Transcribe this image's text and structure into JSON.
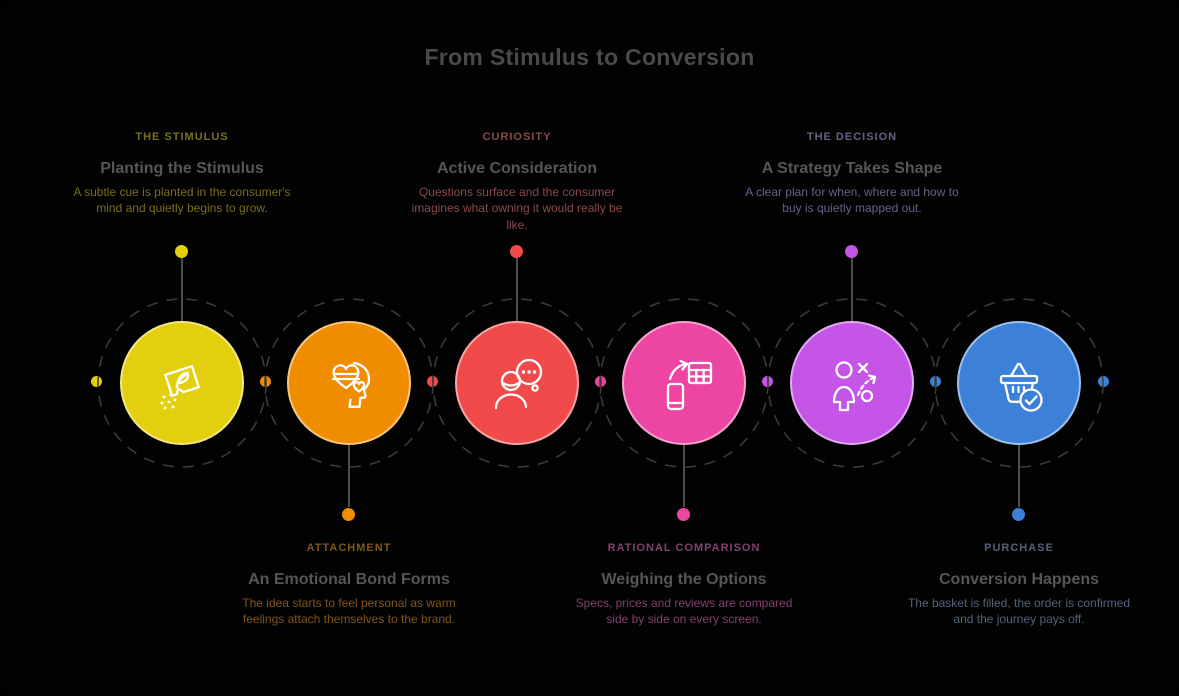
{
  "title": "From Stimulus to Conversion",
  "background_color": "#020202",
  "title_color": "#4a4a4a",
  "connector_dots": [
    "#e3cf0e",
    "#f08c00",
    "#f04a4a",
    "#ec46a2",
    "#c455e6",
    "#3c80d8",
    "#3c80d8"
  ],
  "stages": [
    {
      "label": "THE STIMULUS",
      "heading": "Planting the Stimulus",
      "body": "A subtle cue is planted in the consumer's mind and quietly begins to grow.",
      "color": "#e3cf0e",
      "text_color": "#77701a",
      "icon": "seed-packet-icon",
      "text_position": "above"
    },
    {
      "label": "ATTACHMENT",
      "heading": "An Emotional Bond Forms",
      "body": "The idea starts to feel personal as warm feelings attach themselves to the brand.",
      "color": "#f08c00",
      "text_color": "#82561b",
      "icon": "heart-mind-icon",
      "text_position": "below"
    },
    {
      "label": "CURIOSITY",
      "heading": "Active Consideration",
      "body": "Questions surface and the consumer imagines what owning it would really be like.",
      "color": "#f04a4a",
      "text_color": "#8a4a4e",
      "icon": "thinking-person-icon",
      "text_position": "above"
    },
    {
      "label": "RATIONAL COMPARISON",
      "heading": "Weighing the Options",
      "body": "Specs, prices and reviews are compared side by side on every screen.",
      "color": "#ec46a2",
      "text_color": "#84406e",
      "icon": "phone-compare-icon",
      "text_position": "below"
    },
    {
      "label": "THE DECISION",
      "heading": "A Strategy Takes Shape",
      "body": "A clear plan for when, where and how to buy is quietly mapped out.",
      "color": "#c455e6",
      "text_color": "#6a5f86",
      "icon": "strategy-person-icon",
      "text_position": "above"
    },
    {
      "label": "PURCHASE",
      "heading": "Conversion Happens",
      "body": "The basket is filled, the order is confirmed and the journey pays off.",
      "color": "#3c80d8",
      "text_color": "#55617c",
      "icon": "basket-check-icon",
      "text_position": "below"
    }
  ]
}
